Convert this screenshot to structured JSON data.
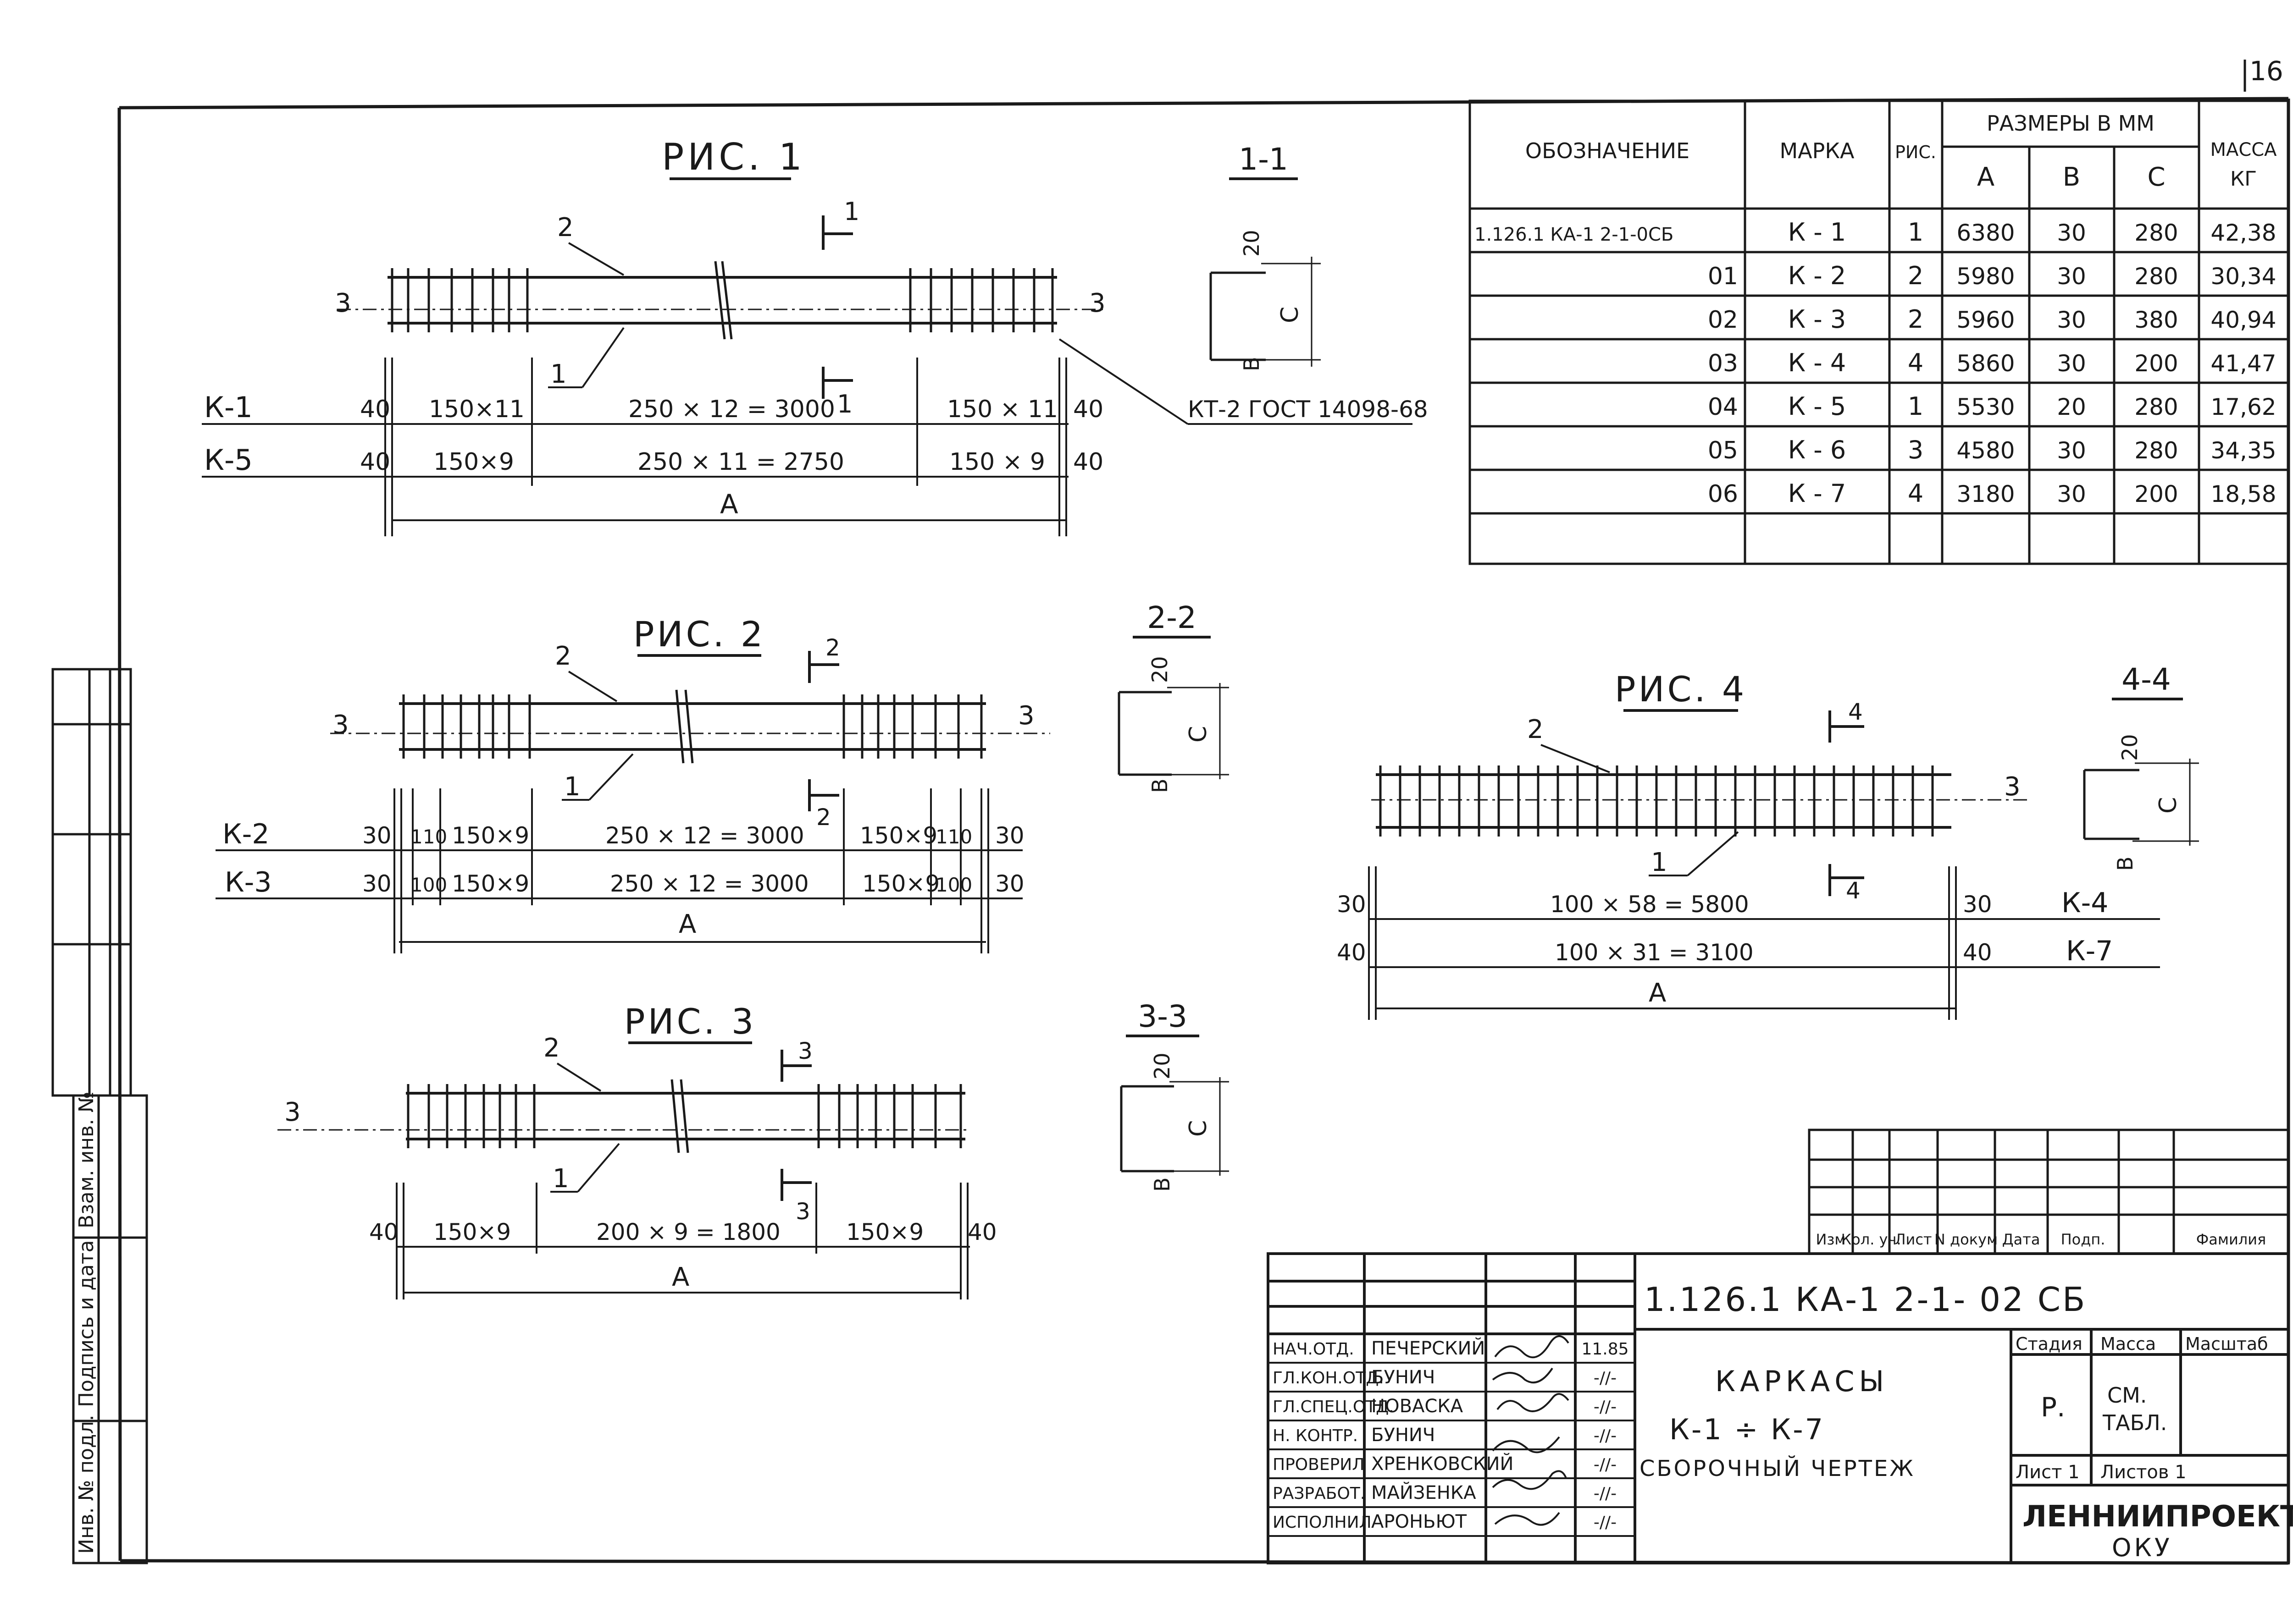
{
  "sheet_number": "16",
  "figures": {
    "fig1": {
      "title": "РИС. 1",
      "section": "1-1",
      "cut_mark": "1",
      "labels": {
        "l1": "1",
        "l2": "2",
        "l3": "3"
      },
      "note": "КТ-2 ГОСТ 14098-68",
      "rows": [
        {
          "mark": "К-1",
          "left": "40",
          "s1": "150×11",
          "mid": "250 × 12 = 3000",
          "s2": "150 × 11",
          "right": "40"
        },
        {
          "mark": "К-5",
          "left": "40",
          "s1": "150×9",
          "mid": "250 × 11 = 2750",
          "s2": "150 × 9",
          "right": "40"
        }
      ],
      "dim_a": "А"
    },
    "fig2": {
      "title": "РИС. 2",
      "section": "2-2",
      "cut_mark": "2",
      "labels": {
        "l1": "1",
        "l2": "2",
        "l3": "3"
      },
      "rows": [
        {
          "mark": "К-2",
          "left": "30",
          "e1": "110",
          "s1": "150×9",
          "mid": "250 × 12 = 3000",
          "s2": "150×9",
          "e2": "110",
          "right": "30"
        },
        {
          "mark": "К-3",
          "left": "30",
          "e1": "100",
          "s1": "150×9",
          "mid": "250 × 12 = 3000",
          "s2": "150×9",
          "e2": "100",
          "right": "30"
        }
      ],
      "dim_a": "А"
    },
    "fig3": {
      "title": "РИС. 3",
      "section": "3-3",
      "cut_mark": "3",
      "labels": {
        "l1": "1",
        "l2": "2",
        "l3": "3"
      },
      "row": {
        "left": "40",
        "s1": "150×9",
        "mid": "200 × 9 = 1800",
        "s2": "150×9",
        "right": "40"
      },
      "dim_a": "А"
    },
    "fig4": {
      "title": "РИС. 4",
      "section": "4-4",
      "cut_mark": "4",
      "labels": {
        "l1": "1",
        "l2": "2",
        "l3": "3"
      },
      "rows": [
        {
          "mark": "К-4",
          "left": "30",
          "mid": "100 × 58 = 5800",
          "right": "30"
        },
        {
          "mark": "К-7",
          "left": "40",
          "mid": "100 × 31 = 3100",
          "right": "40"
        }
      ],
      "dim_a": "А"
    },
    "section_dims": {
      "top": "20",
      "side": "С",
      "bottom": "В"
    }
  },
  "spec_table": {
    "headers": {
      "designation": "ОБОЗНАЧЕНИЕ",
      "mark": "МАРКА",
      "fig": "РИС.",
      "sizes": "РАЗМЕРЫ В ММ",
      "a": "А",
      "b": "В",
      "c": "С",
      "mass": "МАССА",
      "mass_unit": "КГ"
    },
    "rows": [
      {
        "designation": "1.126.1 КА-1  2-1-0СБ",
        "mark": "К - 1",
        "fig": "1",
        "a": "6380",
        "b": "30",
        "c": "280",
        "mass": "42,38"
      },
      {
        "designation": "01",
        "mark": "К - 2",
        "fig": "2",
        "a": "5980",
        "b": "30",
        "c": "280",
        "mass": "30,34"
      },
      {
        "designation": "02",
        "mark": "К - 3",
        "fig": "2",
        "a": "5960",
        "b": "30",
        "c": "380",
        "mass": "40,94"
      },
      {
        "designation": "03",
        "mark": "К - 4",
        "fig": "4",
        "a": "5860",
        "b": "30",
        "c": "200",
        "mass": "41,47"
      },
      {
        "designation": "04",
        "mark": "К - 5",
        "fig": "1",
        "a": "5530",
        "b": "20",
        "c": "280",
        "mass": "17,62"
      },
      {
        "designation": "05",
        "mark": "К - 6",
        "fig": "3",
        "a": "4580",
        "b": "30",
        "c": "280",
        "mass": "34,35"
      },
      {
        "designation": "06",
        "mark": "К - 7",
        "fig": "4",
        "a": "3180",
        "b": "30",
        "c": "200",
        "mass": "18,58"
      }
    ]
  },
  "title_block": {
    "revision_headers": [
      "Изм",
      "Кол. уч.",
      "Лист",
      "N докум",
      "Дата",
      "Подп.",
      "Фамилия"
    ],
    "document_code": "1.126.1 КА-1    2-1- 02 СБ",
    "title_line1": "КАРКАСЫ",
    "title_line2": "К-1 ÷ К-7",
    "title_line3": "СБОРОЧНЫЙ ЧЕРТЕЖ",
    "stage_label": "Стадия",
    "mass_label": "Масса",
    "scale_label": "Масштаб",
    "stage_value": "Р.",
    "mass_value_1": "СМ.",
    "mass_value_2": "ТАБЛ.",
    "sheet_label": "Лист  1",
    "sheets_label": "Листов  1",
    "org_name": "ЛЕННИИПРОЕКТ",
    "org_dept": "ОКУ",
    "date": "11.85",
    "ditto": "-//-",
    "staff": [
      {
        "role": "НАЧ.ОТД.",
        "name": "ПЕЧЕРСКИЙ"
      },
      {
        "role": "ГЛ.КОН.ОТД.",
        "name": "БУНИЧ"
      },
      {
        "role": "ГЛ.СПЕЦ.ОТД.",
        "name": "НОВАСКА"
      },
      {
        "role": "Н. КОНТР.",
        "name": "БУНИЧ"
      },
      {
        "role": "ПРОВЕРИЛ",
        "name": "ХРЕНКОВСКИЙ"
      },
      {
        "role": "РАЗРАБОТ.",
        "name": "МАЙЗЕНКА"
      },
      {
        "role": "ИСПОЛНИЛ",
        "name": "АРОНЬЮТ"
      }
    ]
  },
  "side_stamp": {
    "inv_no": "Инв. № подл.",
    "sign_date": "Подпись и дата",
    "replaced_inv": "Взам. инв. №"
  },
  "colors": {
    "ink": "#1a1a1a",
    "paper": "#ffffff"
  }
}
